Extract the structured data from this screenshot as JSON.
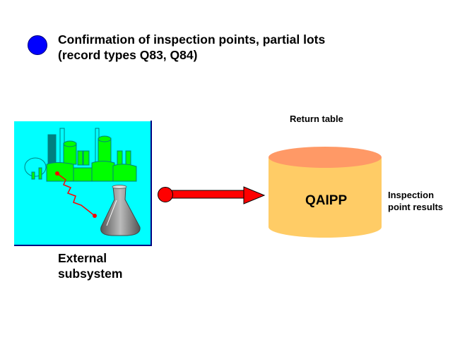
{
  "header": {
    "title_line1": "Confirmation of inspection points, partial lots",
    "title_line2": "(record types Q83, Q84)",
    "bullet_color": "#0000ff"
  },
  "source": {
    "label_line1": "External",
    "label_line2": "subsystem",
    "panel_color": "#00ffff",
    "factory_color": "#00ff00"
  },
  "arrow": {
    "color": "#ff0000"
  },
  "table": {
    "heading": "Return table",
    "name": "QAIPP",
    "description_line1": "Inspection",
    "description_line2": "point results",
    "body_color": "#ffcc66",
    "top_color": "#ff9966"
  }
}
